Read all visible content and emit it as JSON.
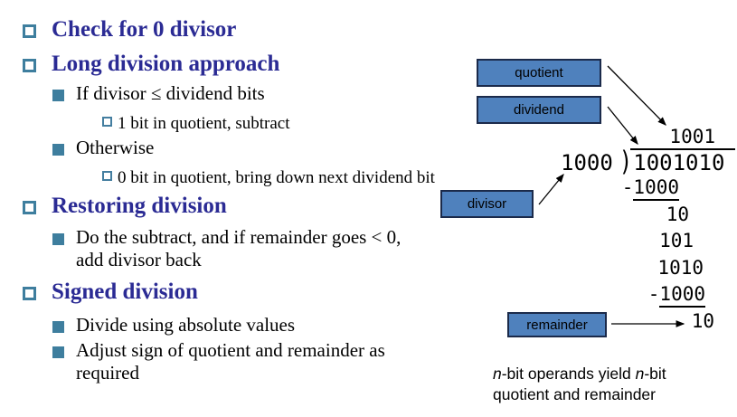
{
  "list": {
    "items": [
      {
        "level": 1,
        "lines": [
          "Check for 0 divisor"
        ]
      },
      {
        "level": 1,
        "lines": [
          "Long division approach"
        ]
      },
      {
        "level": 2,
        "lines": [
          "If divisor ≤ dividend bits"
        ]
      },
      {
        "level": 3,
        "lines": [
          "1 bit in quotient, subtract"
        ]
      },
      {
        "level": 2,
        "lines": [
          "Otherwise"
        ]
      },
      {
        "level": 3,
        "lines": [
          "0 bit in quotient, bring down next dividend bit"
        ]
      },
      {
        "level": 1,
        "lines": [
          "Restoring division"
        ]
      },
      {
        "level": 2,
        "lines": [
          "Do the subtract, and if remainder goes < 0,",
          "add divisor back"
        ]
      },
      {
        "level": 1,
        "lines": [
          "Signed division"
        ]
      },
      {
        "level": 2,
        "lines": [
          "Divide using absolute values"
        ]
      },
      {
        "level": 2,
        "lines": [
          "Adjust sign of quotient and remainder as",
          "required"
        ]
      }
    ]
  },
  "diagram": {
    "labels": {
      "quotient": "quotient",
      "dividend": "dividend",
      "divisor": "divisor",
      "remainder": "remainder"
    },
    "division": {
      "quotient": "1001",
      "divisor": "1000",
      "paren": ")",
      "dividend": "1001010",
      "steps": [
        {
          "sign": "-",
          "digits": "1000"
        },
        {
          "sign": "",
          "digits": "10"
        },
        {
          "sign": "",
          "digits": "101"
        },
        {
          "sign": "",
          "digits": "1010"
        },
        {
          "sign": "-",
          "digits": "1000"
        },
        {
          "sign": "",
          "digits": "10"
        }
      ]
    },
    "caption": {
      "n1": "n",
      "mid": "-bit operands yield ",
      "n2": "n",
      "tail": "-bit",
      "line2": "quotient and remainder"
    }
  },
  "colors": {
    "heading_blue": "#2b2b94",
    "bullet_teal": "#3e7e9e",
    "box_fill": "#4f81bd",
    "box_border": "#1b2a4a"
  }
}
